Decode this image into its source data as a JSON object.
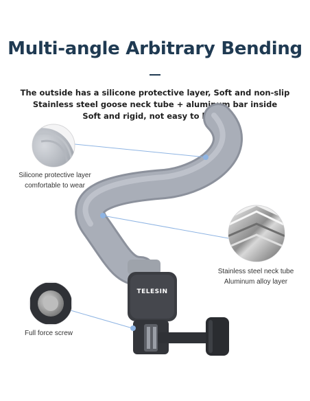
{
  "title": "Multi-angle Arbitrary Bending",
  "description": {
    "line1": "The outside has a silicone protective layer, Soft and non-slip",
    "line2": "Stainless steel goose neck tube + aluminum bar inside",
    "line3": "Soft and rigid, not easy to break"
  },
  "callouts": {
    "silicone_line1": "Silicone protective layer",
    "silicone_line2": "comfortable to wear",
    "steel_line1": "Stainless steel neck tube",
    "steel_line2": "Aluminum alloy layer",
    "screw": "Full force screw"
  },
  "brand": "TELESIN",
  "colors": {
    "title": "#1f3a52",
    "tube": "#a9aeb8",
    "tube_shadow": "#8c919c",
    "mount": "#3b3d42",
    "dot": "#8eb4e3"
  }
}
